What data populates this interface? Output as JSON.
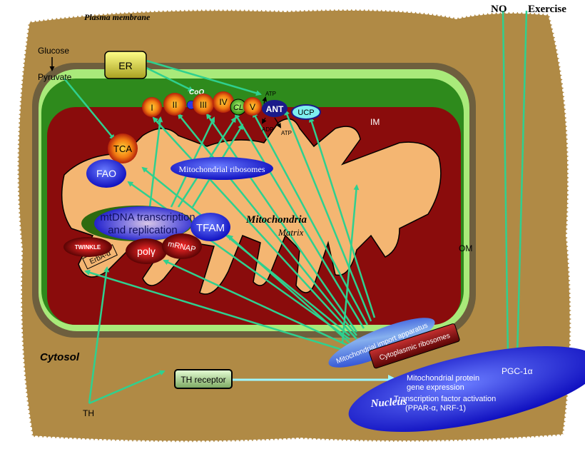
{
  "labels": {
    "plasma_membrane": "Plasma membrane",
    "no": "NO",
    "exercise": "Exercise",
    "glucose": "Glucose",
    "pyruvate": "Pyruvate",
    "er": "ER",
    "coq": "CoQ",
    "complex_i": "I",
    "complex_ii": "II",
    "complex_iii": "III",
    "complex_iv": "IV",
    "cl": "CL",
    "complex_v": "V",
    "ant": "ANT",
    "ucp": "UCP",
    "atp_top": "ATP",
    "adp": "ADP",
    "atp_bottom": "ATP",
    "im": "IM",
    "om": "OM",
    "tca": "TCA",
    "fao": "FAO",
    "mito_ribosomes": "Mitochondrial ribosomes",
    "mtdna_line1": "mtDNA transcription",
    "mtdna_line2": "and replication",
    "tfam": "TFAM",
    "twinkle": "TWINKLE",
    "erba": "ErbA-α",
    "polg": "polγ",
    "mrnap": "mRNAP",
    "mitochondria": "Mitochondria",
    "matrix": "Matrix",
    "cytosol": "Cytosol",
    "import_apparatus": "Mitochondrial import apparatus",
    "cyto_ribosomes": "Cytoplasmic ribosomes",
    "th_receptor": "TH receptor",
    "th": "TH",
    "pgc": "PGC-1α",
    "mpge_line1": "Mitochondrial protein",
    "mpge_line2": "gene expression",
    "tfa_line1": "Transcription factor activation",
    "tfa_line2": "(PPAR-α, NRF-1)",
    "nucleus": "Nucleus"
  },
  "colors": {
    "arrow": "#2fd08f",
    "cytosol": "#b08a45",
    "matrix_dark": "#8a0c0c",
    "cristae": "#f4b672",
    "im_green": "#2e8a1c",
    "light_green": "#a9ea7a",
    "om": "#6e5f3e",
    "nucleus": "#1f2fd8"
  }
}
